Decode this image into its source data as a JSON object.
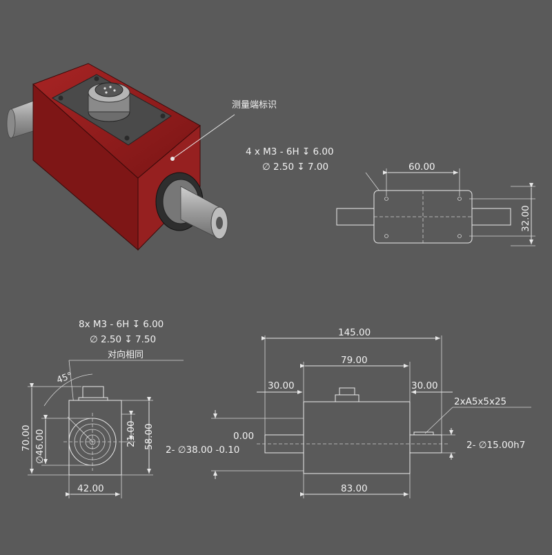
{
  "colors": {
    "background": "#5a5a5a",
    "line": "#e8e8e8",
    "housing": "#8c1a1a",
    "housing_dark": "#5e0f0f",
    "shaft": "#a9a9a9"
  },
  "callout": {
    "label": "测量端标识"
  },
  "top_view": {
    "hole_spec_1": "4 x  M3 - 6H ↧ 6.00",
    "hole_spec_2": "∅ 2.50 ↧ 7.00",
    "dim_width": "60.00",
    "dim_height": "32.00"
  },
  "side_view": {
    "hole_spec_1": "8x  M3 - 6H ↧ 6.00",
    "hole_spec_2": "∅ 2.50 ↧ 7.50",
    "hole_note": "对向相同",
    "angle": "45°",
    "dim_height_outer": "70.00",
    "dim_diameter": "∅46.00",
    "dim_height_inner": "21.00",
    "dim_height_right": "58.00",
    "dim_width": "42.00"
  },
  "front_view": {
    "dim_total": "145.00",
    "dim_body": "79.00",
    "dim_left_shaft": "30.00",
    "dim_right_shaft": "30.00",
    "dim_bottom": "83.00",
    "tol_upper": "0.00",
    "dim_left_diameter": "2- ∅38.00 -0.10",
    "key_spec": "2xA5x5x25",
    "dim_right_diameter": "2- ∅15.00h7"
  }
}
